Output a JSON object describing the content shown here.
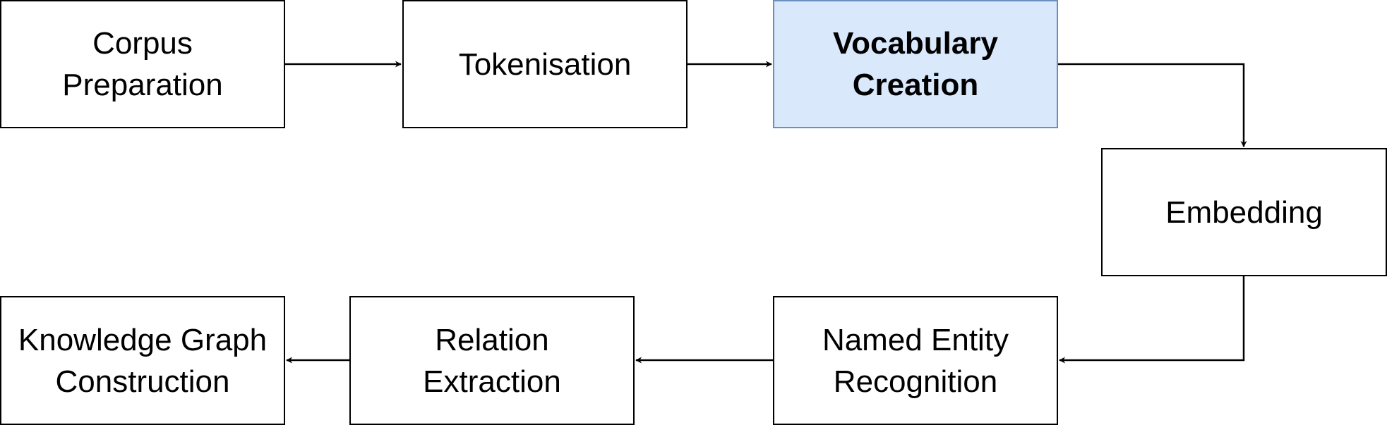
{
  "diagram": {
    "nodes": [
      {
        "id": "corpus-preparation",
        "label": "Corpus\nPreparation"
      },
      {
        "id": "tokenisation",
        "label": "Tokenisation"
      },
      {
        "id": "vocabulary-creation",
        "label": "Vocabulary\nCreation",
        "highlighted": true
      },
      {
        "id": "embedding",
        "label": "Embedding"
      },
      {
        "id": "named-entity-recognition",
        "label": "Named Entity\nRecognition"
      },
      {
        "id": "relation-extraction",
        "label": "Relation\nExtraction"
      },
      {
        "id": "knowledge-graph-construction",
        "label": "Knowledge Graph\nConstruction"
      }
    ],
    "edges": [
      {
        "from": "corpus-preparation",
        "to": "tokenisation"
      },
      {
        "from": "tokenisation",
        "to": "vocabulary-creation"
      },
      {
        "from": "vocabulary-creation",
        "to": "embedding"
      },
      {
        "from": "embedding",
        "to": "named-entity-recognition"
      },
      {
        "from": "named-entity-recognition",
        "to": "relation-extraction"
      },
      {
        "from": "relation-extraction",
        "to": "knowledge-graph-construction"
      }
    ],
    "colors": {
      "highlight_fill": "#dae8fc",
      "highlight_border": "#6c8ebf",
      "default_fill": "#ffffff",
      "default_border": "#000000",
      "edge": "#000000"
    }
  }
}
